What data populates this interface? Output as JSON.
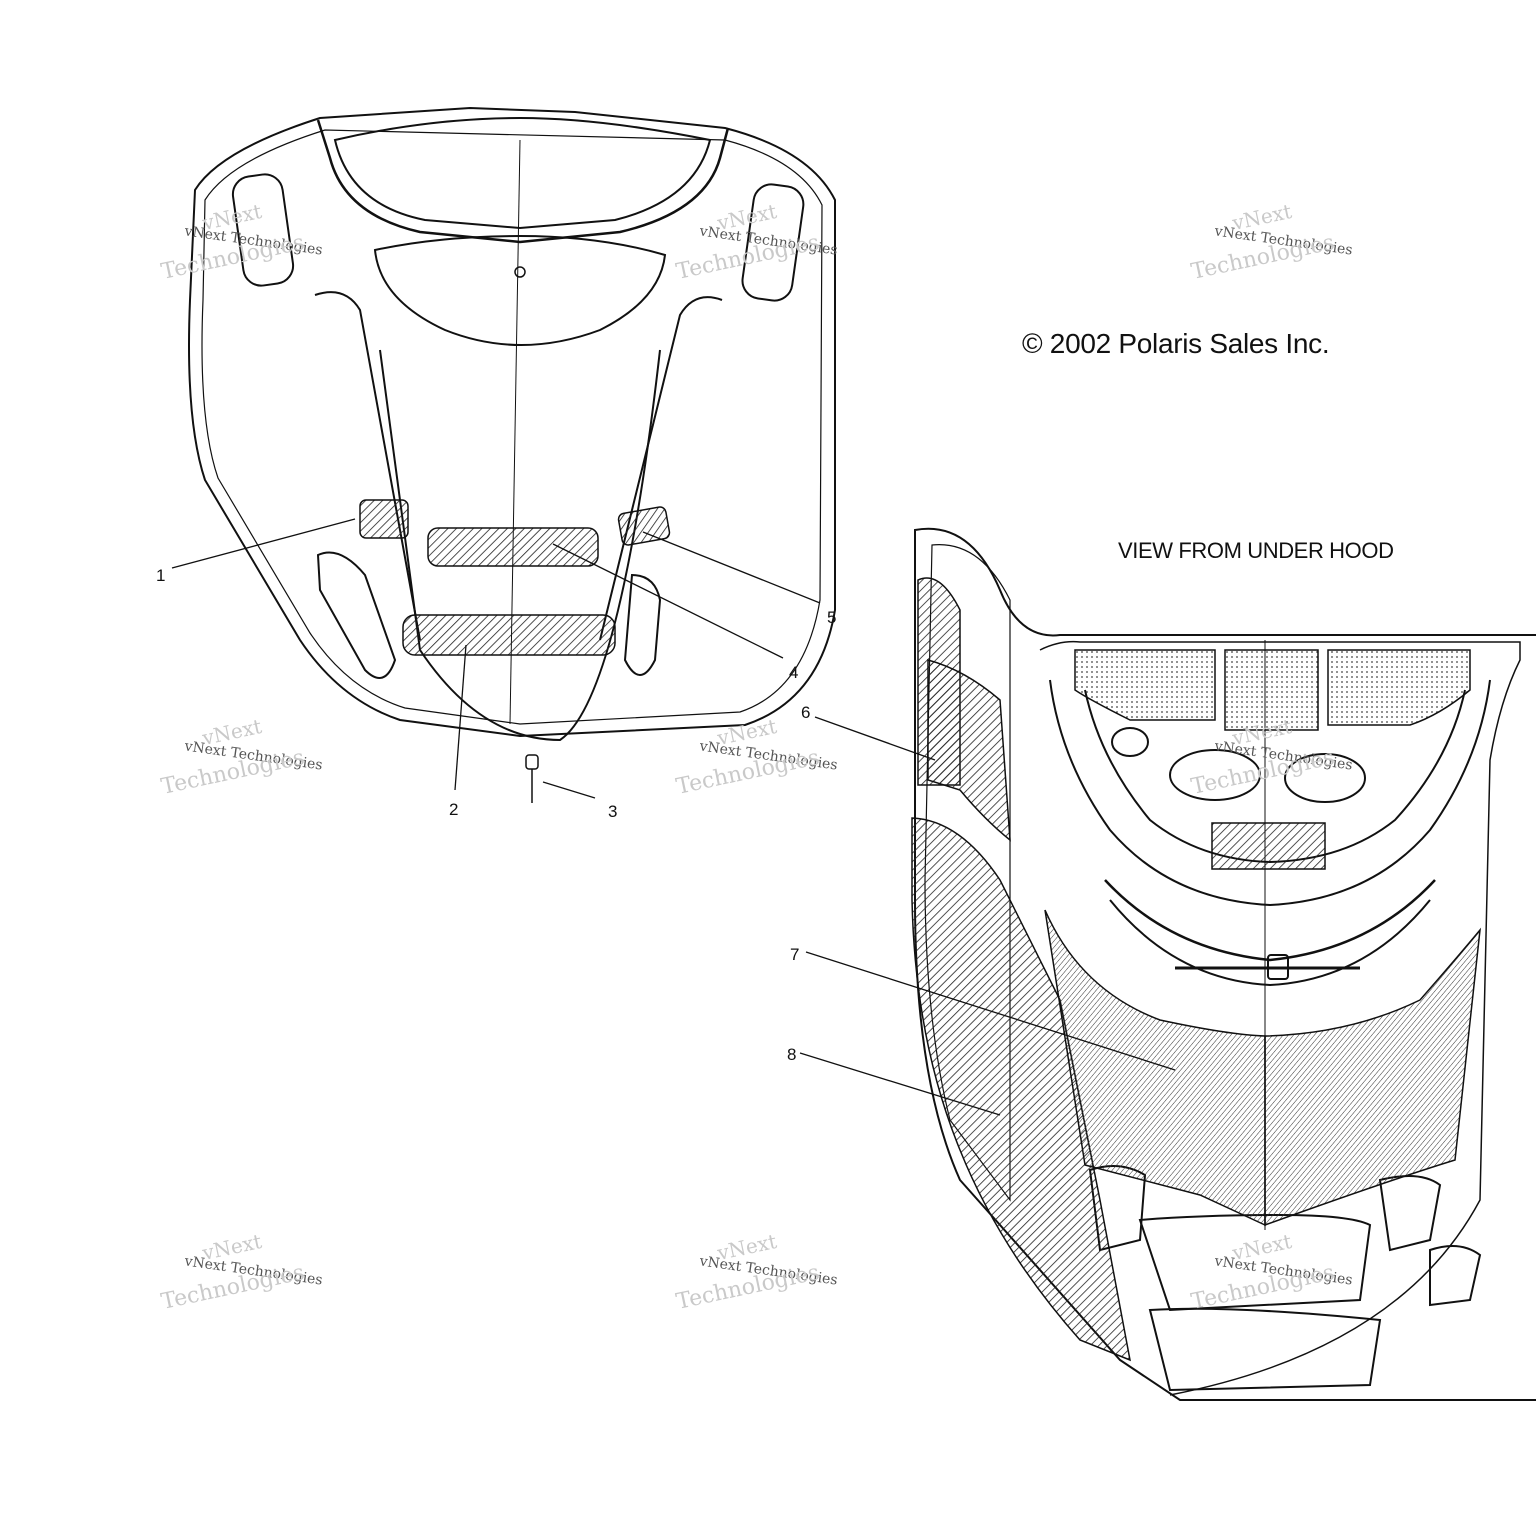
{
  "copyright": "© 2002 Polaris Sales Inc.",
  "view_label": "VIEW FROM UNDER HOOD",
  "callouts": [
    "1",
    "2",
    "3",
    "4",
    "5",
    "6",
    "7",
    "8"
  ],
  "watermark": {
    "line1": "vNext",
    "line2": "vNext Technologies",
    "line3": "Technologies"
  }
}
